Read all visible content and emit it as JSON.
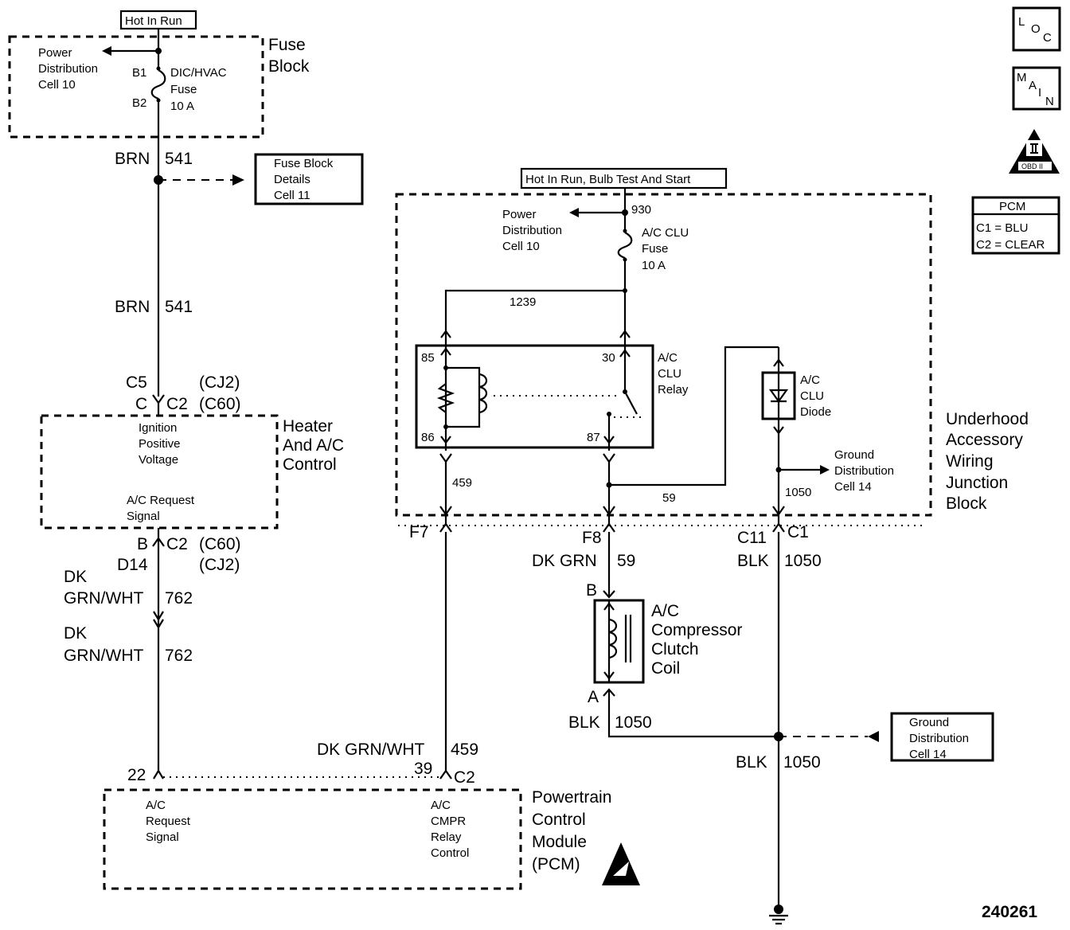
{
  "hot_in_run": "Hot In Run",
  "hot_in_run_bulb": "Hot In Run, Bulb Test And Start",
  "fuse_block": {
    "title": [
      "Fuse",
      "Block"
    ],
    "power_dist": [
      "Power",
      "Distribution",
      "Cell 10"
    ],
    "term_top": "B1",
    "term_bottom": "B2",
    "fuse_label": [
      "DIC/HVAC",
      "Fuse",
      "10 A"
    ]
  },
  "wire_brn_1": {
    "color": "BRN",
    "circuit": "541"
  },
  "wire_brn_2": {
    "color": "BRN",
    "circuit": "541"
  },
  "fuse_block_details": [
    "Fuse Block",
    "Details",
    "Cell 11"
  ],
  "heater": {
    "c5": "C5",
    "cj2_top": "(CJ2)",
    "c_top": "C",
    "c2_top": "C2",
    "c60_top": "(C60)",
    "title": [
      "Heater",
      "And A/C",
      "Control"
    ],
    "ignition": [
      "Ignition",
      "Positive",
      "Voltage"
    ],
    "request": [
      "A/C Request",
      "Signal"
    ],
    "b": "B",
    "c2_bottom": "C2",
    "c60_bottom": "(C60)",
    "d14": "D14",
    "cj2_bottom": "(CJ2)"
  },
  "wire_762_1": {
    "color": [
      "DK",
      "GRN/WHT"
    ],
    "circuit": "762"
  },
  "wire_762_2": {
    "color": [
      "DK",
      "GRN/WHT"
    ],
    "circuit": "762"
  },
  "uajb": {
    "title": [
      "Underhood",
      "Accessory",
      "Wiring",
      "Junction",
      "Block"
    ],
    "power_dist": [
      "Power",
      "Distribution",
      "Cell 10"
    ],
    "term_930": "930",
    "fuse_label": [
      "A/C CLU",
      "Fuse",
      "10 A"
    ],
    "circuit_1239": "1239",
    "relay_label": [
      "A/C",
      "CLU",
      "Relay"
    ],
    "pin_85": "85",
    "pin_30": "30",
    "pin_86": "86",
    "pin_87": "87",
    "diode_label": [
      "A/C",
      "CLU",
      "Diode"
    ],
    "ground_dist": [
      "Ground",
      "Distribution",
      "Cell 14"
    ],
    "circuit_459": "459",
    "circuit_59": "59",
    "circuit_1050": "1050"
  },
  "connectors": {
    "f7": "F7",
    "f8": "F8",
    "c11": "C11",
    "c1": "C1"
  },
  "wire_59": {
    "color": "DK GRN",
    "circuit": "59"
  },
  "wire_1050_top": {
    "color": "BLK",
    "circuit": "1050"
  },
  "compressor": {
    "pin_b": "B",
    "pin_a": "A",
    "label": [
      "A/C",
      "Compressor",
      "Clutch",
      "Coil"
    ]
  },
  "wire_1050_a": {
    "color": "BLK",
    "circuit": "1050"
  },
  "ground_dist_2": [
    "Ground",
    "Distribution",
    "Cell 14"
  ],
  "wire_1050_bottom": {
    "color": "BLK",
    "circuit": "1050"
  },
  "wire_459": {
    "color": "DK GRN/WHT",
    "circuit": "459"
  },
  "pcm": {
    "pin_22": "22",
    "pin_39": "39",
    "c2": "C2",
    "request": [
      "A/C",
      "Request",
      "Signal"
    ],
    "cmpr": [
      "A/C",
      "CMPR",
      "Relay",
      "Control"
    ],
    "title": [
      "Powertrain",
      "Control",
      "Module",
      "(PCM)"
    ]
  },
  "badges": {
    "loc": [
      "L",
      "O",
      "C"
    ],
    "main": [
      "M",
      "A",
      "I",
      "N"
    ],
    "obd": "OBD II",
    "pcm_title": "PCM",
    "pcm_c1": "C1 = BLU",
    "pcm_c2": "C2 = CLEAR"
  },
  "figure_number": "240261"
}
